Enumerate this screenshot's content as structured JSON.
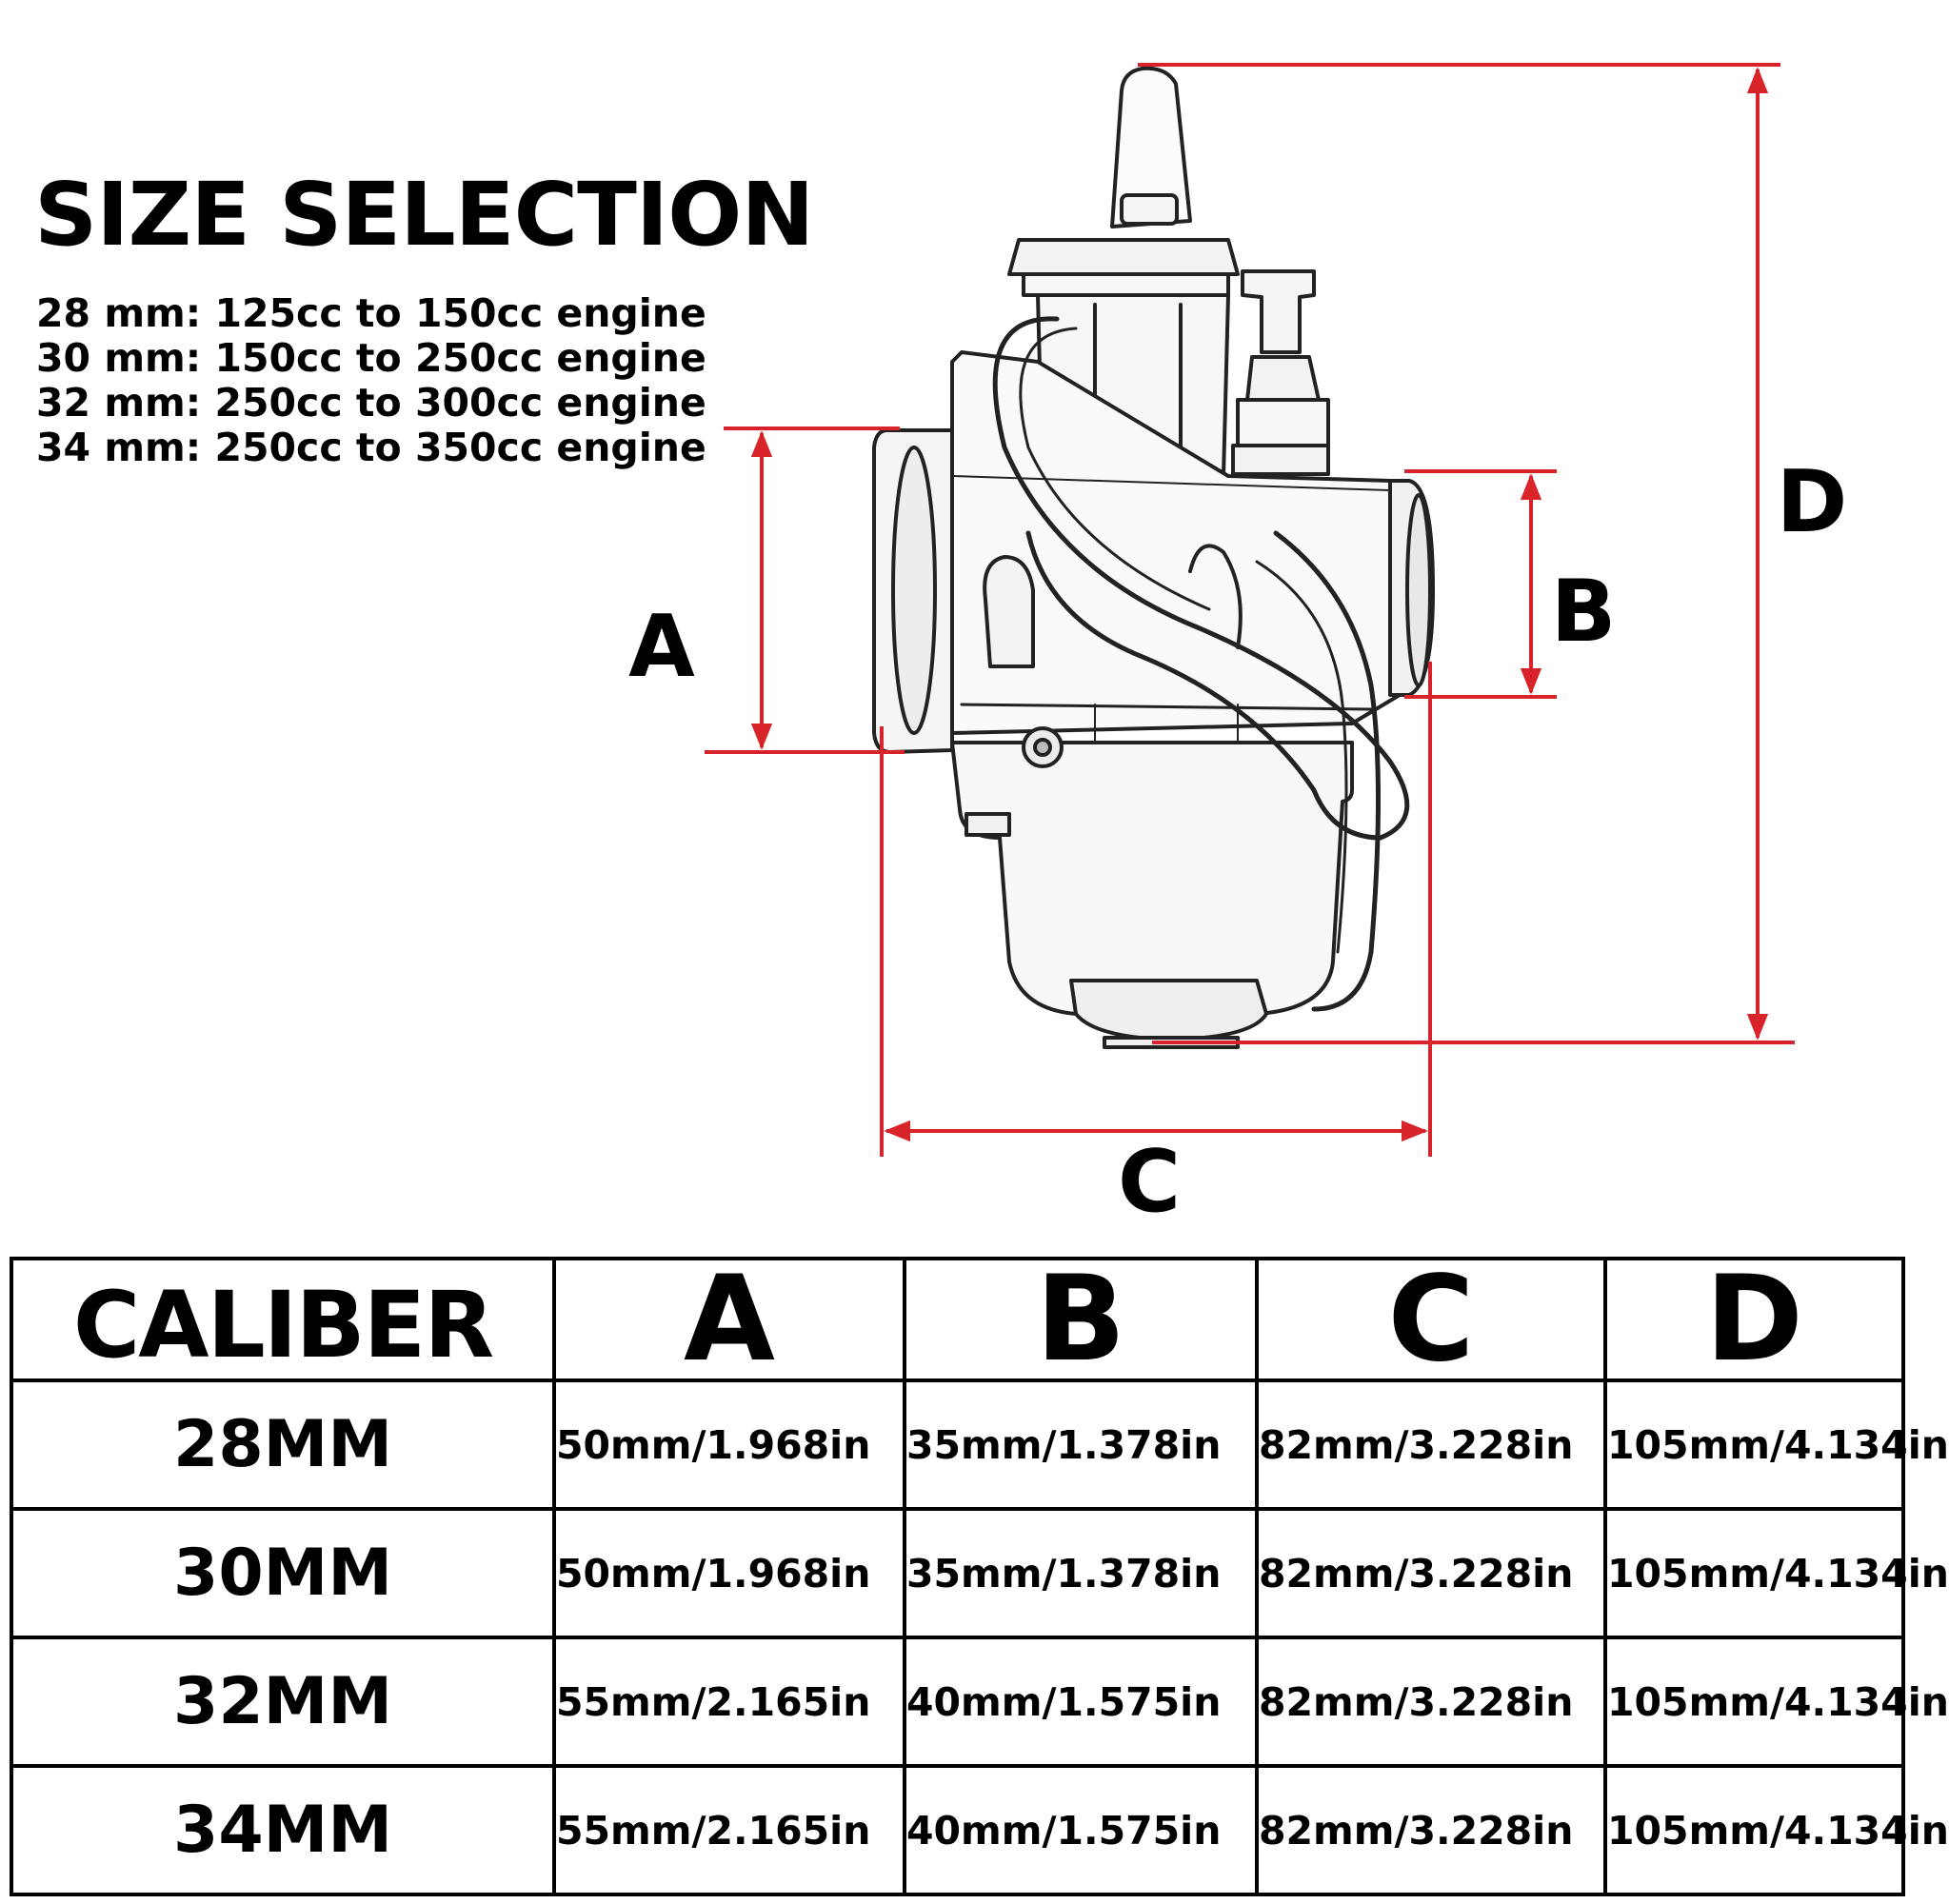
{
  "header": {
    "title": "SIZE SELECTION",
    "sizes": [
      "28 mm: 125cc to 150cc engine",
      "30 mm: 150cc to 250cc engine",
      "32 mm: 250cc to 300cc engine",
      "34 mm: 250cc to 350cc engine"
    ]
  },
  "diagram": {
    "labels": {
      "a": "A",
      "b": "B",
      "c": "C",
      "d": "D"
    },
    "line_color": "#d9232b"
  },
  "table": {
    "headers": [
      "CALIBER",
      "A",
      "B",
      "C",
      "D"
    ],
    "rows": [
      [
        "28MM",
        "50mm/1.968in",
        "35mm/1.378in",
        "82mm/3.228in",
        "105mm/4.134in"
      ],
      [
        "30MM",
        "50mm/1.968in",
        "35mm/1.378in",
        "82mm/3.228in",
        "105mm/4.134in"
      ],
      [
        "32MM",
        "55mm/2.165in",
        "40mm/1.575in",
        "82mm/3.228in",
        "105mm/4.134in"
      ],
      [
        "34MM",
        "55mm/2.165in",
        "40mm/1.575in",
        "82mm/3.228in",
        "105mm/4.134in"
      ]
    ]
  }
}
